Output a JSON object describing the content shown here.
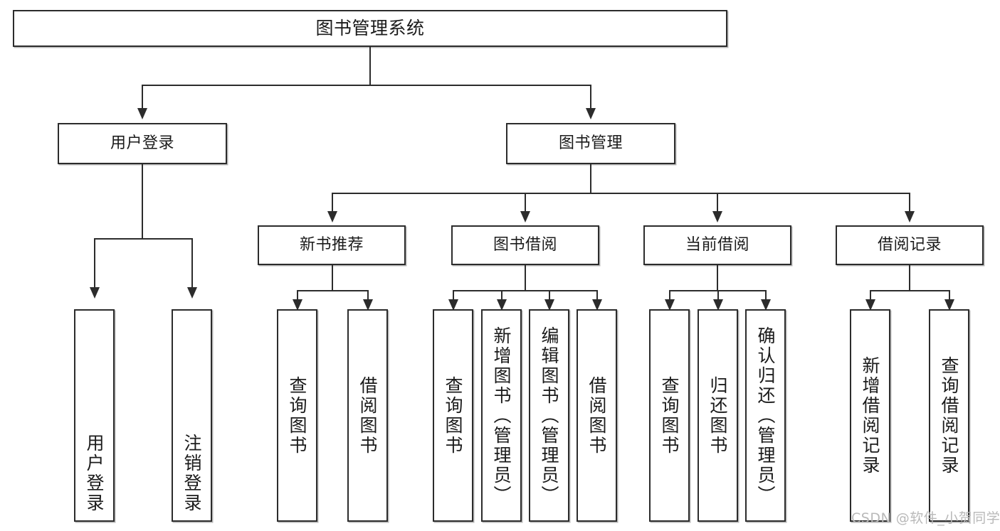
{
  "diagram": {
    "title": "图书管理系统",
    "type": "tree",
    "watermark": "CSDN @软件_小贺同学",
    "colors": {
      "box_border": "#2c2c2c",
      "box_fill": "#ffffff",
      "connector": "#2c2c2c",
      "text": "#1b1b1b",
      "watermark": "#b9b9b9",
      "background": "#ffffff"
    },
    "root": {
      "label": "图书管理系统"
    },
    "level2": [
      {
        "label": "用户登录"
      },
      {
        "label": "图书管理"
      }
    ],
    "level3": [
      {
        "label": "新书推荐"
      },
      {
        "label": "图书借阅"
      },
      {
        "label": "当前借阅"
      },
      {
        "label": "借阅记录"
      }
    ],
    "leaves": {
      "user_login": [
        {
          "label": "用户登录"
        },
        {
          "label": "注销登录"
        }
      ],
      "new_book": [
        {
          "label": "查询图书"
        },
        {
          "label": "借阅图书"
        }
      ],
      "borrow_book": [
        {
          "label": "查询图书"
        },
        {
          "label": "新增图书（管理员）"
        },
        {
          "label": "编辑图书（管理员）"
        },
        {
          "label": "借阅图书"
        }
      ],
      "current_borrow": [
        {
          "label": "查询图书"
        },
        {
          "label": "归还图书"
        },
        {
          "label": "确认归还（管理员）"
        }
      ],
      "borrow_record": [
        {
          "label": "新增借阅记录"
        },
        {
          "label": "查询借阅记录"
        }
      ]
    }
  }
}
